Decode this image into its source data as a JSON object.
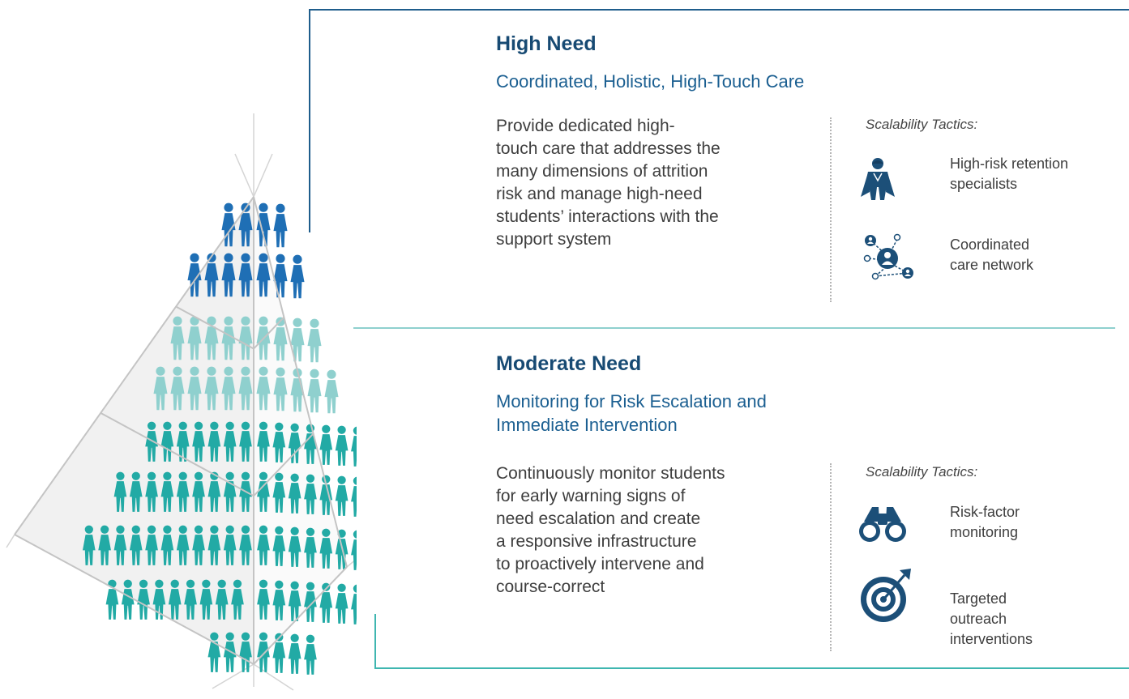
{
  "high_need": {
    "title": "High Need",
    "subtitle": "Coordinated, Holistic, High-Touch Care",
    "description": [
      "Provide dedicated high-",
      "touch care that addresses the",
      "many dimensions of attrition",
      "risk and manage high-need",
      "students’ interactions with the",
      "support system"
    ],
    "tactics_label": "Scalability Tactics:",
    "tactics": [
      {
        "icon": "retention-specialist-icon",
        "lines": [
          "High-risk retention",
          "specialists"
        ]
      },
      {
        "icon": "care-network-icon",
        "lines": [
          "Coordinated",
          "care network"
        ]
      }
    ]
  },
  "moderate_need": {
    "title": "Moderate Need",
    "subtitle": [
      "Monitoring for Risk Escalation and",
      "Immediate Intervention"
    ],
    "description": [
      "Continuously monitor students",
      "for early warning signs of",
      "need escalation and create",
      "a responsive infrastructure",
      "to proactively intervene and",
      "course-correct"
    ],
    "tactics_label": "Scalability Tactics:",
    "tactics": [
      {
        "icon": "binoculars-icon",
        "lines": [
          "Risk-factor",
          "monitoring"
        ]
      },
      {
        "icon": "target-icon",
        "lines": [
          "Targeted",
          "outreach",
          "interventions"
        ]
      }
    ]
  },
  "colors": {
    "navy": "#174a73",
    "top_tier": "#1f6fb5",
    "middle_tier": "#8fd0ce",
    "bottom_tier": "#22aaa5"
  }
}
